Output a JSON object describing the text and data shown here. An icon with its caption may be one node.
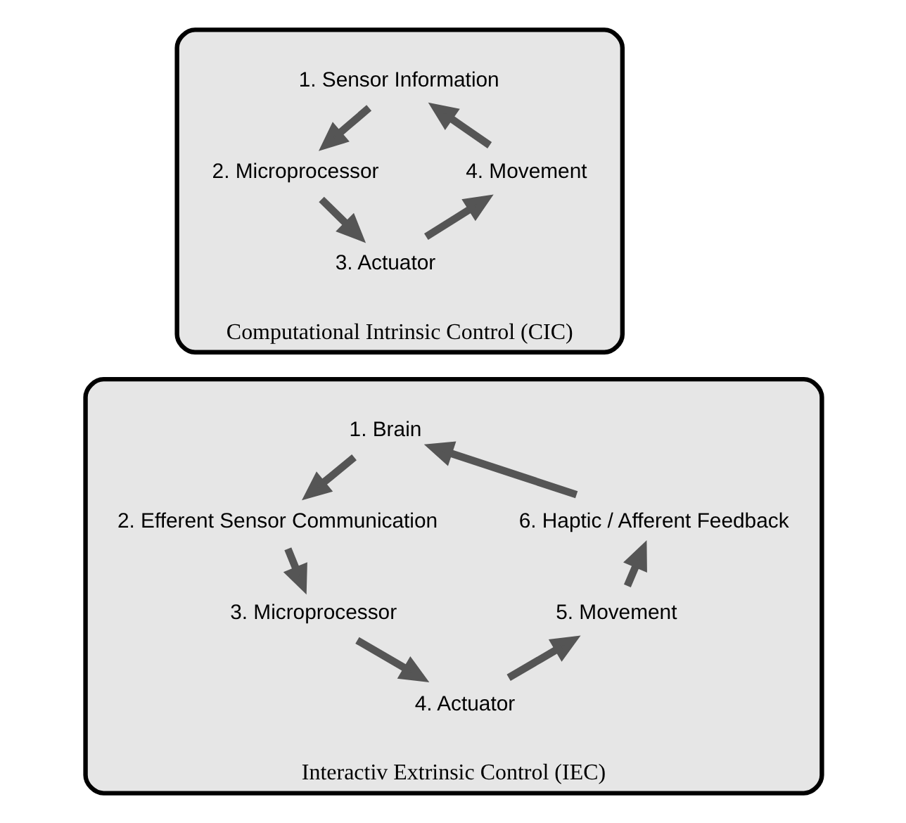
{
  "diagram": {
    "nodes": [
      {
        "text": [
          "Computational Intrinsic Control (CIC)"
        ]
      },
      {
        "text": [
          "1. Sensor Information"
        ],
        "in": 0
      },
      {
        "text": [
          "2. Microprocessor"
        ],
        "in": 0
      },
      {
        "text": [
          "3. Actuator"
        ],
        "in": 0
      },
      {
        "text": [
          "4. Movement"
        ],
        "in": 0
      },
      {
        "text": [
          "Interactiv Extrinsic Control (IEC)"
        ]
      },
      {
        "text": [
          "1. Brain"
        ],
        "in": 5
      },
      {
        "text": [
          "2. Efferent Sensor Communication"
        ],
        "in": 5
      },
      {
        "text": [
          "3. Microprocessor"
        ],
        "in": 5
      },
      {
        "text": [
          "4. Actuator"
        ],
        "in": 5
      },
      {
        "text": [
          "5. Movement"
        ],
        "in": 5
      },
      {
        "text": [
          "6. Haptic / Afferent Feedback"
        ],
        "in": 5
      }
    ],
    "edges": [
      {
        "from": 4,
        "to": 1,
        "arrow": "to"
      },
      {
        "from": 1,
        "to": 2,
        "arrow": "to"
      },
      {
        "from": 2,
        "to": 3,
        "arrow": "to"
      },
      {
        "from": 3,
        "to": 4,
        "arrow": "to"
      },
      {
        "from": 11,
        "to": 6,
        "arrow": "to"
      },
      {
        "from": 6,
        "to": 7,
        "arrow": "to"
      },
      {
        "from": 7,
        "to": 8,
        "arrow": "to"
      },
      {
        "from": 8,
        "to": 9,
        "arrow": "to"
      },
      {
        "from": 9,
        "to": 10,
        "arrow": "to"
      },
      {
        "from": 10,
        "to": 11,
        "arrow": "to"
      }
    ]
  }
}
